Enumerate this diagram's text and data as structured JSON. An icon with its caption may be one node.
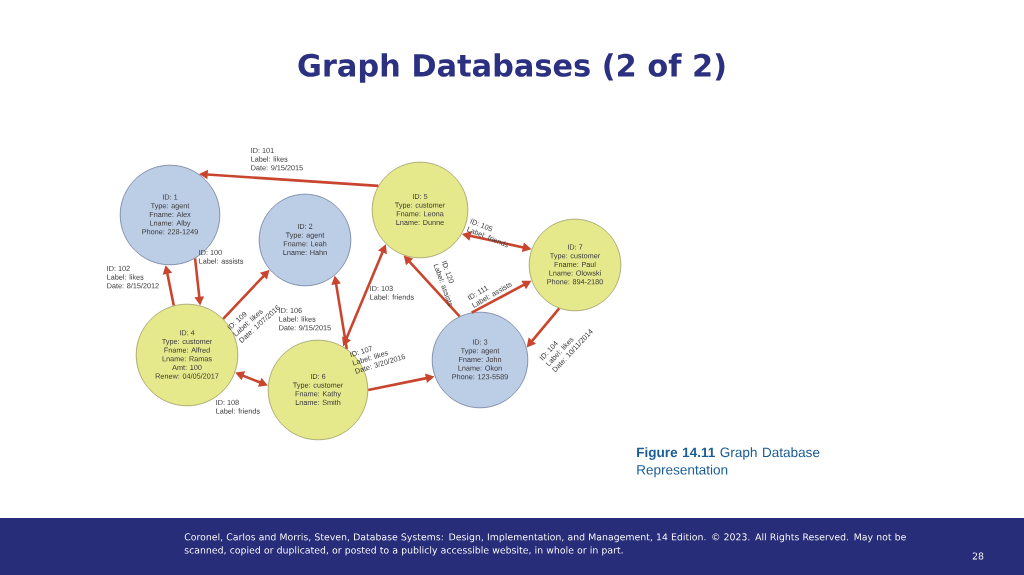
{
  "diagram": {
    "title": "Graph Databases (2 of 2)",
    "caption": "**Figure 14.11**  Graph Database Representation",
    "nodes": [
      {
        "text": [
          "ID: 1 Type: agent Fname: Alex Lname: Alby Phone: 228-1249"
        ]
      },
      {
        "text": [
          "ID: 2 Type: agent Fname: Leah Lname: Hahn"
        ]
      },
      {
        "text": [
          "ID: 5 Type: customer Fname: Leona Lname: Dunne"
        ]
      },
      {
        "text": [
          "ID: 7 Type: customer Fname: Paul Lname: Olowski Phone: 894-2180"
        ]
      },
      {
        "text": [
          "ID: 4 Type: customer Fname: Alfred Lname: Ramas Amt: 100 Renew: 04/05/2017"
        ]
      },
      {
        "text": [
          "ID: 6 Type: customer Fname: Kathy Lname: Smith"
        ]
      },
      {
        "text": [
          "ID: 3 Type: agent Fname: John Lname: Okon Phone: 123-5589"
        ]
      }
    ],
    "edges": [
      {
        "from": 2,
        "to": 0,
        "arrow": "to",
        "label": "ID: 101 Label: likes Date: 9/15/2015"
      },
      {
        "from": 0,
        "to": 4,
        "arrow": "to",
        "label": "ID: 100 Label: assists"
      },
      {
        "from": 4,
        "to": 0,
        "arrow": "to",
        "label": "ID: 102 Label: likes Date: 8/15/2012"
      },
      {
        "from": 4,
        "to": 1,
        "arrow": "to",
        "label": "ID: 109 Label: likes Date: 1/07/2016"
      },
      {
        "from": 5,
        "to": 1,
        "arrow": "to",
        "label": "ID: 106 Label: likes Date: 9/15/2015"
      },
      {
        "from": 2,
        "to": 5,
        "arrow": "both",
        "label": "ID: 103 Label: friends"
      },
      {
        "from": 6,
        "to": 2,
        "arrow": "to",
        "label": "ID: 120 Label: assists"
      },
      {
        "from": 2,
        "to": 3,
        "arrow": "both",
        "label": "ID: 105 Label: friends"
      },
      {
        "from": 6,
        "to": 3,
        "arrow": "to",
        "label": "ID: 111 Label: assists"
      },
      {
        "from": 3,
        "to": 6,
        "arrow": "to",
        "label": "ID: 104 Label: likes Date: 10/11/2014"
      },
      {
        "from": 5,
        "to": 6,
        "arrow": "to",
        "label": "ID: 107 Label: likes Date: 3/20/2016"
      },
      {
        "from": 4,
        "to": 5,
        "arrow": "both",
        "label": "ID: 108 Label: friends"
      }
    ],
    "labels": [
      "Coronel, Carlos and Morris, Steven, Database Systems: Design, Implementation, and Management, 14 Edition. © 2023. All Rights Reserved. May not be scanned, copied or duplicated, or posted to a publicly accessible website, in whole or in part.",
      "28"
    ]
  }
}
